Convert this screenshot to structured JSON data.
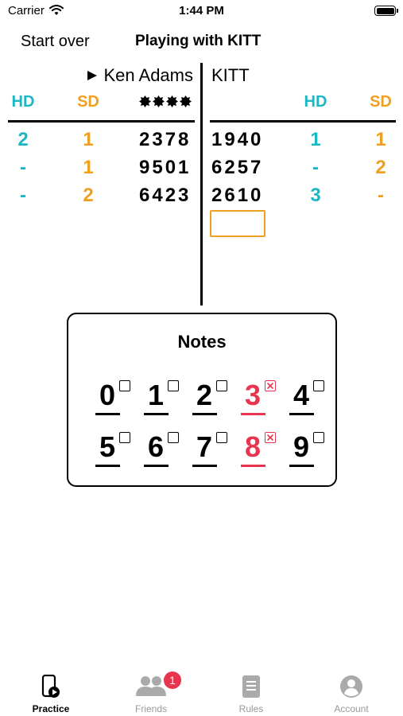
{
  "status": {
    "carrier": "Carrier",
    "time": "1:44 PM"
  },
  "header": {
    "start_over": "Start over",
    "title": "Playing with KITT"
  },
  "board": {
    "left_player": "Ken Adams",
    "right_player": "KITT",
    "headers": {
      "hd": "HD",
      "sd": "SD"
    },
    "left_rows": [
      {
        "hd": "2",
        "sd": "1",
        "guess": "2378"
      },
      {
        "hd": "-",
        "sd": "1",
        "guess": "9501"
      },
      {
        "hd": "-",
        "sd": "2",
        "guess": "6423"
      }
    ],
    "right_rows": [
      {
        "guess": "1940",
        "hd": "1",
        "sd": "1"
      },
      {
        "guess": "6257",
        "hd": "-",
        "sd": "2"
      },
      {
        "guess": "2610",
        "hd": "3",
        "sd": "-"
      }
    ]
  },
  "notes": {
    "title": "Notes",
    "digits": [
      "0",
      "1",
      "2",
      "3",
      "4",
      "5",
      "6",
      "7",
      "8",
      "9"
    ],
    "crossed": [
      false,
      false,
      false,
      true,
      false,
      false,
      false,
      false,
      true,
      false
    ]
  },
  "tabs": {
    "practice": "Practice",
    "friends": "Friends",
    "friends_badge": "1",
    "rules": "Rules",
    "account": "Account"
  },
  "colors": {
    "hd": "#1ab8c4",
    "sd": "#f0a020",
    "crossed": "#e8344e"
  }
}
